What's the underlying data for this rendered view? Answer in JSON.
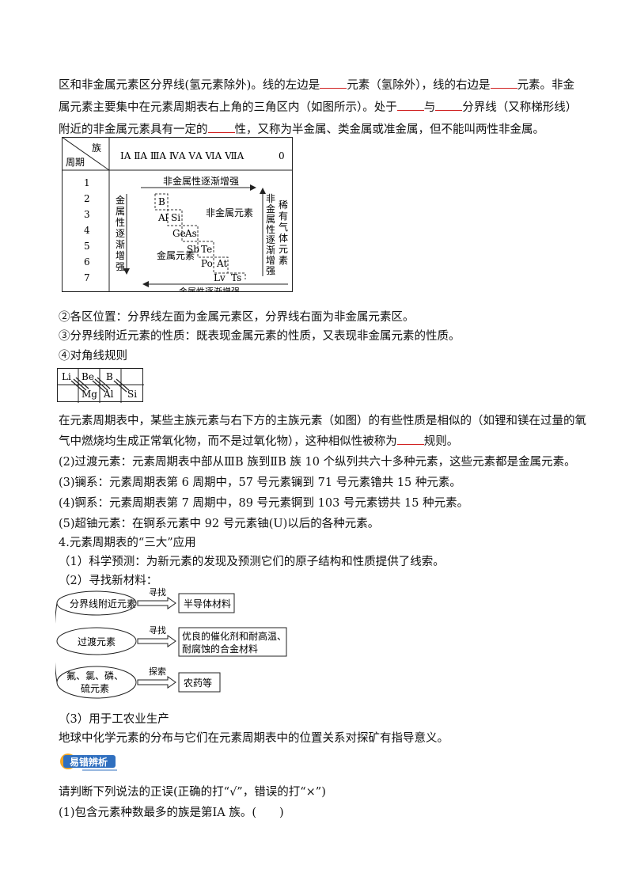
{
  "paragraphs": {
    "p1a": "区和非金属元素区分界线(氢元素除外)。线的左边是",
    "p1b": "元素（氢除外），线的右边是",
    "p1c": "元素。非金",
    "p2a": "属元素主要集中在元素周期表右上角的三角区内（如图所示）。处于",
    "p2b": "与",
    "p2c": "分界线（又称梯形线）",
    "p3a": "附近的非金属元素具有一定的",
    "p3b": "性，又称为半金属、类金属或准金属，但不能叫两性非金属。"
  },
  "figure1": {
    "header_zu": "族",
    "header_zhouqi": "周期",
    "groups": "ⅠA ⅡA ⅢA ⅣA ⅤA ⅥA ⅦA",
    "group0": "0",
    "periods": [
      "1",
      "2",
      "3",
      "4",
      "5",
      "6",
      "7"
    ],
    "top_arrow": "非金属性逐渐增强",
    "bottom_arrow": "金属性逐渐增强",
    "left_vertical": [
      "金",
      "属",
      "性",
      "逐",
      "渐",
      "增",
      "强"
    ],
    "right_vertical": [
      "非",
      "金",
      "属",
      "性",
      "逐",
      "渐",
      "增",
      "强"
    ],
    "noble_vertical": [
      "稀",
      "有",
      "气",
      "体",
      "元",
      "素"
    ],
    "nonmetal_label": "非金属元素",
    "metal_label": "金属元素",
    "elements": [
      "B",
      "Al",
      "Si",
      "Ge",
      "As",
      "Sb",
      "Te",
      "Po",
      "At",
      "Lv",
      "Ts"
    ]
  },
  "lines": {
    "l2": "②各区位置：分界线左面为金属元素区，分界线右面为非金属元素区。",
    "l3": "③分界线附近元素的性质：既表现金属元素的性质，又表现非金属元素的性质。",
    "l4": "④对角线规则"
  },
  "diag_table": {
    "row1": [
      "Li",
      "Be",
      "B",
      ""
    ],
    "row2": [
      "",
      "Mg",
      "Al",
      "Si"
    ]
  },
  "para_diag": {
    "a": "在元素周期表中，某些主族元素与右下方的主族元素（如图）的有些性质是相似的（如锂和镁在过量的氧",
    "b": "气中燃烧均生成正常氧化物，而不是过氧化物），这种相似性被称为",
    "c": "规则。"
  },
  "items": {
    "i2": "(2)过渡元素：元素周期表中部从ⅢB 族到ⅡB 族 10 个纵列共六十多种元素，这些元素都是金属元素。",
    "i3": "(3)镧系：元素周期表第 6 周期中，57 号元素镧到 71 号元素镥共 15 种元素。",
    "i4": "(4)锕系：元素周期表第 7 周期中，89 号元素锕到 103 号元素铹共 15 种元素。",
    "i5": "(5)超铀元素：在锕系元素中 92 号元素铀(U)以后的各种元素。",
    "h4": "4.元素周期表的“三大”应用",
    "s1": "（1）科学预测：为新元素的发现及预测它们的原子结构和性质提供了线索。",
    "s2": "（2）寻找新材料：",
    "s3": "（3）用于工农业生产",
    "s3b": "地球中化学元素的分布与它们在元素周期表中的位置关系对探矿有指导意义。"
  },
  "flow": {
    "n1": "分界线附近元素",
    "a1": "寻找",
    "r1": "半导体材料",
    "n2": "过渡元素",
    "a2": "寻找",
    "r2a": "优良的催化剂和耐高温、",
    "r2b": "耐腐蚀的合金材料",
    "n3a": "氟、氯、磷、",
    "n3b": "硫元素",
    "a3": "探索",
    "r3": "农药等"
  },
  "badge": {
    "text": "易错辨析"
  },
  "questions": {
    "intro": "请判断下列说法的正误(正确的打“√”，错误的打“×”)",
    "q1": "(1)包含元素种数最多的族是第ⅠA 族。(　　)"
  }
}
